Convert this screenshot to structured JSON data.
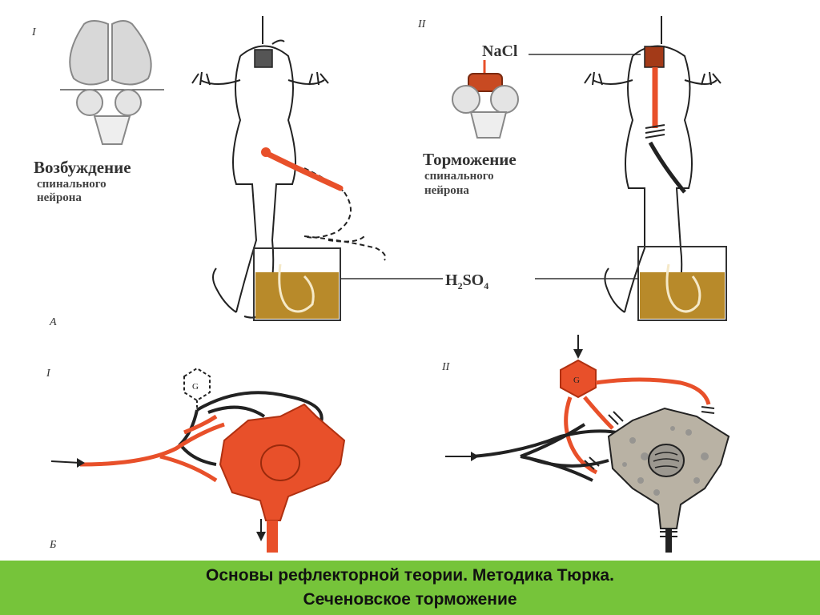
{
  "panel_a": {
    "roman_left": "I",
    "roman_right": "II",
    "label_excitation_title": "Возбуждение",
    "label_excitation_line2": "спинального",
    "label_excitation_line3": "нейрона",
    "label_inhibition_title": "Торможение",
    "label_inhibition_line2": "спинального",
    "label_inhibition_line3": "нейрона",
    "nacl": "NaCl",
    "acid_h": "H",
    "acid_2": "2",
    "acid_so": "SO",
    "acid_4": "4",
    "panel_letter": "A"
  },
  "panel_b": {
    "roman_left": "I",
    "roman_right": "II",
    "panel_letter": "Б",
    "cell_letter_left": "G",
    "cell_letter_right": "G"
  },
  "caption": {
    "line1": "Основы  рефлекторной теории. Методика Тюрка.",
    "line2": "Сеченовское торможение"
  },
  "colors": {
    "neuron_orange": "#e8502a",
    "acid_fill": "#b88a2a",
    "caption_bg": "#76c43a"
  }
}
